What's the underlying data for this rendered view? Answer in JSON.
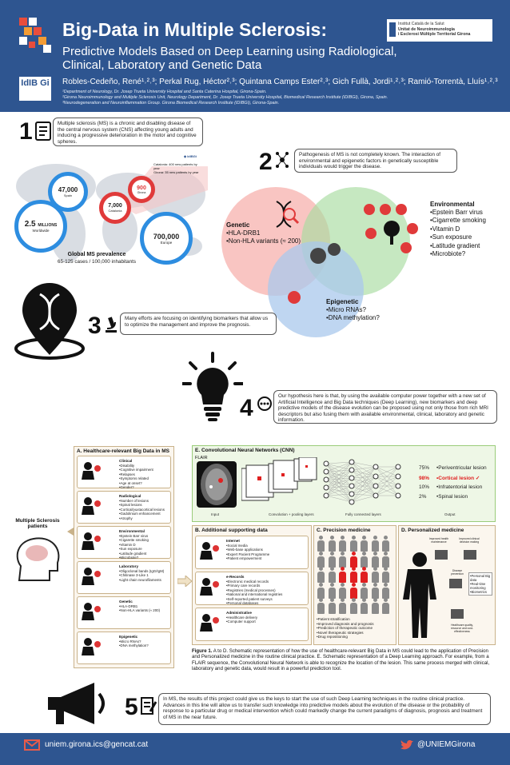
{
  "header": {
    "title": "Big-Data in Multiple Sclerosis:",
    "subtitle": "Predictive Models Based on Deep Learning using Radiological, Clinical, Laboratory and Genetic Data",
    "authors": "Robles-Cedeño, René¹˒²˒³; Perkal Rug, Héctor²˒³; Quintana Camps Ester²˒³; Gich Fullà, Jordi¹˒²˒³; Ramió-Torrentà, Lluís¹˒²˒³",
    "affiliations": [
      "¹Department of Neurology, Dr. Josep Trueta University Hospital and Santa Caterina Hospital, Girona-Spain.",
      "²Girona Neuroimmunology and Multiple Sclerosis Unit, Neurology Department, Dr. Josep Trueta University Hospital, Biomedical Research Institute (IDIBGI), Girona, Spain.",
      "³Neurodegeneration and Neuroinflammation Group. Girona Biomedical Research Institute (IDIBGI), Girona-Spain."
    ],
    "logo_idibgi": "IdIB Gi",
    "logo_right": [
      "Institut Català de la Salut",
      "Unitat de Neuroimmunologia",
      "i Esclerosi Múltiple Territorial Girona"
    ]
  },
  "section1": {
    "number": "1",
    "text": "Multiple sclerosis (MS) is a chronic and disabling disease of the central nervous system (CNS) affecting young adults and inducing a progressive deterioration in the motor and cognitive spheres.",
    "catalonia": "Catalonia: 400 new patients by year",
    "girona": "Girona:        35   new patients by year",
    "stats": [
      {
        "value": "47,000",
        "label": "Spain"
      },
      {
        "value": "7,000",
        "label": "Catalonia"
      },
      {
        "value": "900",
        "label": "Girona"
      },
      {
        "value": "2.5",
        "unit": "MILLIONS",
        "label": "Worldwide"
      },
      {
        "value": "700,000",
        "label": "Europe"
      }
    ],
    "prevalence_title": "Global MS prevalence",
    "prevalence_text": "65-125 cases / 100,000 inhabitants"
  },
  "section2": {
    "number": "2",
    "text": "Pathogenesis of MS is not completely known. The interaction of environmental and epigenetic factors in genetically susceptible individuals would trigger the disease.",
    "genetic_title": "Genetic",
    "genetic_items": [
      "•HLA-DRB1",
      "•Non-HLA variants (≈ 200)"
    ],
    "environmental_title": "Environmental",
    "environmental_items": [
      "•Epstein Barr virus",
      "•Cigarrette smoking",
      "•Vitamin D",
      "•Sun exposure",
      "•Latitude gradient",
      "•Microbiote?"
    ],
    "epigenetic_title": "Epigenetic",
    "epigenetic_items": [
      "•Micro RNAs?",
      "•DNA methylation?"
    ]
  },
  "section3": {
    "number": "3",
    "text": "Many efforts are focusing on identifying biomarkers that allow us to optimize the management and improve the prognosis."
  },
  "section4": {
    "number": "4",
    "text": "Our hypothesis here is that, by using the available computer power together with a new set of Artificial Intelligence and Big Data techniques (Deep Learning), new biomarkers and deep predictive models of the disease evolution can be proposed using not only those from rich MRI descriptors but also fusing them with available environmental, clinical, laboratory and genetic information."
  },
  "figure": {
    "patients_label": "Multiple Sclerosis patients",
    "panelA": {
      "title": "A. Healthcare-relevant Big Data in MS",
      "groups": [
        {
          "title": "Clinical",
          "items": [
            "•Disability",
            "•Cognitive impairment",
            "•Relapses",
            "•Symptoms related",
            "•Age at onset?",
            "•Gender?"
          ]
        },
        {
          "title": "Radiological",
          "items": [
            "•Number of lesions",
            "•Spinal lesions",
            "•Cortical/yuxtacortical lesions",
            "•Gadolinium enhancement",
            "•Atrophy"
          ]
        },
        {
          "title": "Environmental",
          "items": [
            "•Epstein Barr virus",
            "•Cigarette smoking",
            "•Vitamin D",
            "•Sun exposure",
            "•Latitude gradient",
            "•Microbiote?"
          ]
        },
        {
          "title": "Laboratory",
          "items": [
            "•Oligoclonal bands (IgG/IgM)",
            "•Chitinase 3-Like 1",
            "•Light chain neurofilaments"
          ]
        },
        {
          "title": "Genetic",
          "items": [
            "•HLA-DRB1",
            "•Non-HLA variants (≈ 200)"
          ]
        },
        {
          "title": "Epigenetic",
          "items": [
            "•Micro RNAs?",
            "•DNA methylation?"
          ]
        }
      ]
    },
    "panelE": {
      "title": "E. Convolutional Neural Networks (CNN)",
      "flair": "FLAIR",
      "input_label": "Input",
      "conv_label": "Convolution + pooling layers",
      "fc_label": "Fully connected layers",
      "output_label": "Output",
      "outputs": [
        {
          "pct": "75%",
          "label": "•Periventricular lesion"
        },
        {
          "pct": "98%",
          "label": "•Cortical lesion ✓"
        },
        {
          "pct": "10%",
          "label": "•Infratentorial lesion"
        },
        {
          "pct": "2%",
          "label": "•Spinal lesion"
        }
      ]
    },
    "panelB": {
      "title": "B. Additional supporting data",
      "groups": [
        {
          "title": "Internet",
          "items": [
            "•Social media",
            "•Web-base applications",
            "•Expert Pacient Programme",
            "•Patient empowerment"
          ]
        },
        {
          "title": "e-Records",
          "items": [
            "•Electronic medical records",
            "•Primary care records",
            "•Registries (medical processes)",
            "•National and international registries",
            "•Self-reported patient surveys",
            "•Personal databases"
          ]
        },
        {
          "title": "Administrative",
          "items": [
            "•Healthcare delivery",
            "•Computer support"
          ]
        }
      ]
    },
    "panelC": {
      "title": "C. Precision medicine",
      "items": [
        "•Patient stratification",
        "•Improved diagnosis and prognosis",
        "•Prediction of therapeutic outcome",
        "•Novel therapeutic strategies",
        "•Drug repositioning"
      ]
    },
    "panelD": {
      "title": "D. Personalized medicine",
      "nodes": [
        "Improved health maintenance",
        "Improved clinical decision making",
        "Disease prevention",
        "Healthcare quality, resource and cost-effectiveness"
      ],
      "items": [
        "•Personal Big data",
        "•Real-time monitoring",
        "•Biometrics"
      ]
    },
    "caption_bold": "Figure 1.",
    "caption": "A to D. Schematic representation of how the use of healthcare-relevant Big Data in MS could lead to the application of Precision and Personalized medicine in the routine clinical practice. E. Schematic representation of a Deep Learning approach. For example, from a FLAIR sequence, the Convolutional Neural Network is able to recognize the location of the lesion. This same process merged with clinical, laboratory and genetic data, would result in a powerful prediction tool."
  },
  "section5": {
    "number": "5",
    "text": "In MS, the results of this project could give us the keys to start the use of such Deep Learning techniques in the routine clinical practice. Advances in this line will allow us to transfer such knowledge into predictive models about the evolution of the disease or the probability of response to a particular drug or medical intervention which could markedly change the current paradigms of diagnosis, prognosis and treatment of MS in the near future."
  },
  "footer": {
    "email": "uniem.girona.ics@gencat.cat",
    "twitter": "@UNIEMGirona"
  },
  "colors": {
    "brand": "#2e5590",
    "genetic": "#f6a6a2",
    "environmental": "#a8dba0",
    "epigenetic": "#a9c8ec",
    "stat_ring": "#2d8de0",
    "highlight": "#e02020"
  }
}
